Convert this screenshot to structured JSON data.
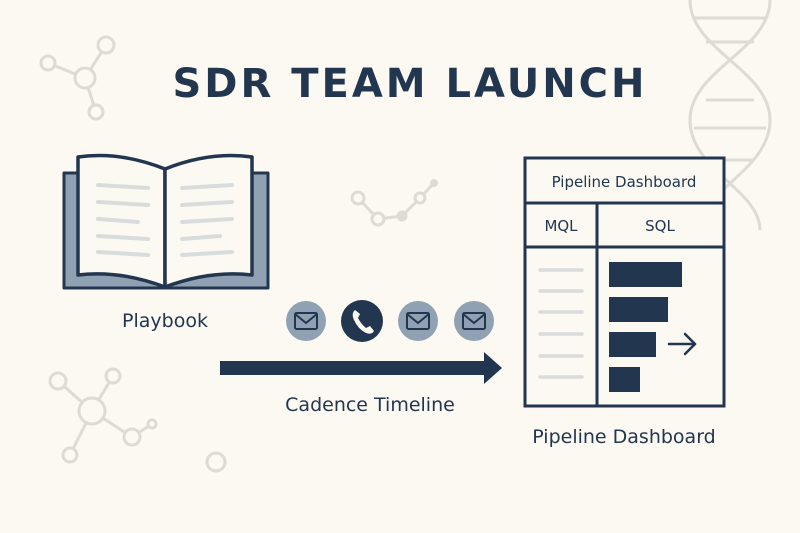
{
  "title": "SDR TEAM LAUNCH",
  "playbook": {
    "caption": "Playbook"
  },
  "cadence": {
    "caption": "Cadence Timeline",
    "touches": [
      "mail-icon",
      "phone-icon",
      "mail-icon",
      "mail-icon"
    ]
  },
  "dashboard": {
    "header": "Pipeline Dashboard",
    "col_left": "MQL",
    "col_right": "SQL",
    "caption": "Pipeline Dashboard",
    "bar_levels": [
      1.0,
      0.81,
      0.64,
      0.43
    ]
  },
  "colors": {
    "navy": "#233650",
    "muted_blue": "#8fa1b3",
    "decor": "#dcdcd2",
    "background": "#fbf9f1"
  }
}
